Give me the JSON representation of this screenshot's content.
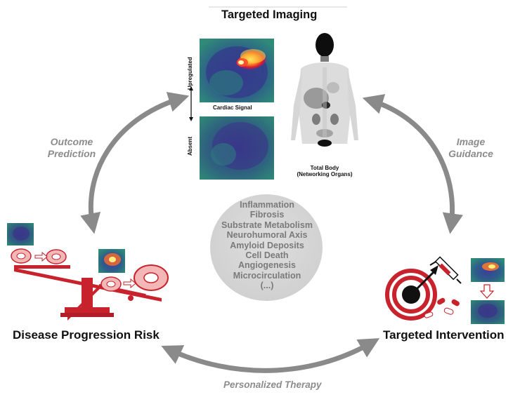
{
  "title": "Targeted Imaging",
  "imaging": {
    "axis_top": "Upregulated",
    "axis_bottom": "Absent",
    "cardiac_caption": "Cardiac Signal",
    "body_caption_1": "Total Body",
    "body_caption_2": "(Networking Organs)"
  },
  "arrows": {
    "outcome_1": "Outcome",
    "outcome_2": "Prediction",
    "guidance_1": "Image",
    "guidance_2": "Guidance",
    "therapy": "Personalized Therapy"
  },
  "center_items": [
    "Inflammation",
    "Fibrosis",
    "Substrate Metabolism",
    "Neurohumoral Axis",
    "Amyloid Deposits",
    "Cell Death",
    "Angiogenesis",
    "Microcirculation",
    "(...)"
  ],
  "nodes": {
    "left": "Disease Progression Risk",
    "right": "Targeted Intervention"
  },
  "colors": {
    "accent_red": "#c8232c",
    "arrow_gray": "#8a8a8a",
    "ellipse_gray": "#d6d6d6",
    "scan_teal": "#2f7f7a",
    "scan_purple": "#3b2f8f"
  }
}
